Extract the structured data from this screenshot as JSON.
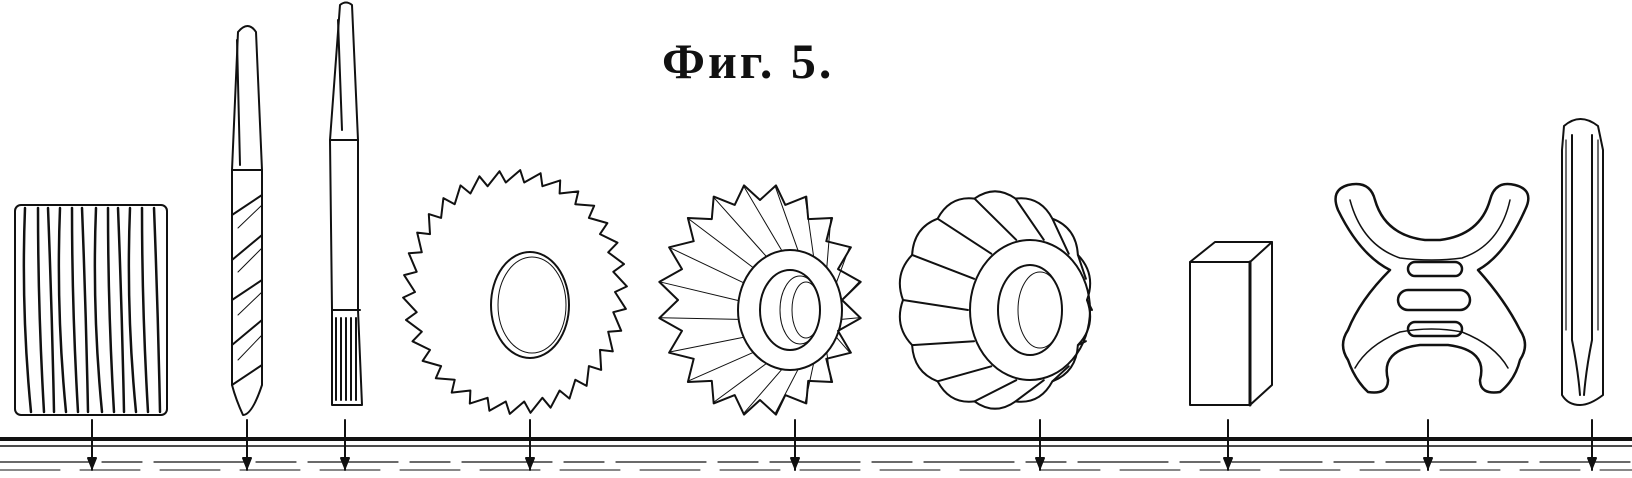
{
  "figure": {
    "caption": "Фиг. 5."
  },
  "colors": {
    "ink": "#111111",
    "paper": "#ffffff"
  },
  "objects": [
    {
      "id": "fluted-cylinder"
    },
    {
      "id": "twist-drill"
    },
    {
      "id": "reamer"
    },
    {
      "id": "saw-disc-cutter"
    },
    {
      "id": "angular-toothed-cutter"
    },
    {
      "id": "form-cutter"
    },
    {
      "id": "rectangular-block"
    },
    {
      "id": "x-shaped-fixture"
    },
    {
      "id": "fluted-rod"
    }
  ]
}
